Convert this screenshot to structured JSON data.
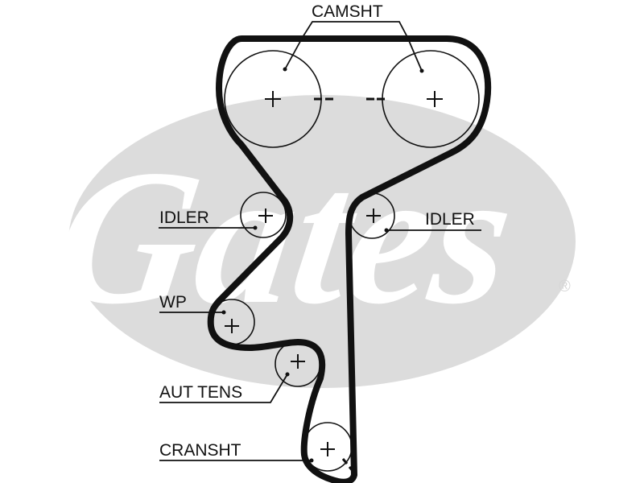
{
  "diagram": {
    "type": "timing-belt-routing",
    "brand_watermark": "Gates",
    "registered_mark": "®",
    "colors": {
      "belt": "#111111",
      "watermark_oval": "#dcdcdc",
      "background": "#ffffff",
      "text": "#111111"
    },
    "labels": {
      "camshaft": "CAMSHT",
      "idler_left": "IDLER",
      "idler_right": "IDLER",
      "water_pump": "WP",
      "auto_tensioner": "AUT TENS",
      "crankshaft": "CRANSHT"
    },
    "pulleys": [
      {
        "id": "camshaft-left",
        "label": "CAMSHT"
      },
      {
        "id": "camshaft-right",
        "label": "CAMSHT"
      },
      {
        "id": "idler-left",
        "label": "IDLER"
      },
      {
        "id": "idler-right",
        "label": "IDLER"
      },
      {
        "id": "water-pump",
        "label": "WP"
      },
      {
        "id": "auto-tensioner",
        "label": "AUT TENS"
      },
      {
        "id": "crankshaft",
        "label": "CRANSHT"
      }
    ]
  }
}
